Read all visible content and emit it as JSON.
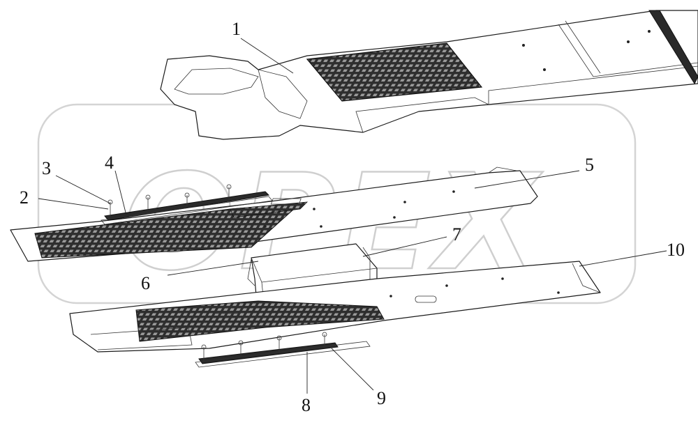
{
  "watermark": {
    "text": "OPEX"
  },
  "callouts": [
    "1",
    "2",
    "3",
    "4",
    "5",
    "6",
    "7",
    "8",
    "9",
    "10"
  ],
  "colors": {
    "line": "#1a1a1a",
    "watermark": "#cfcfcf",
    "mat": "#2a2a2a"
  }
}
